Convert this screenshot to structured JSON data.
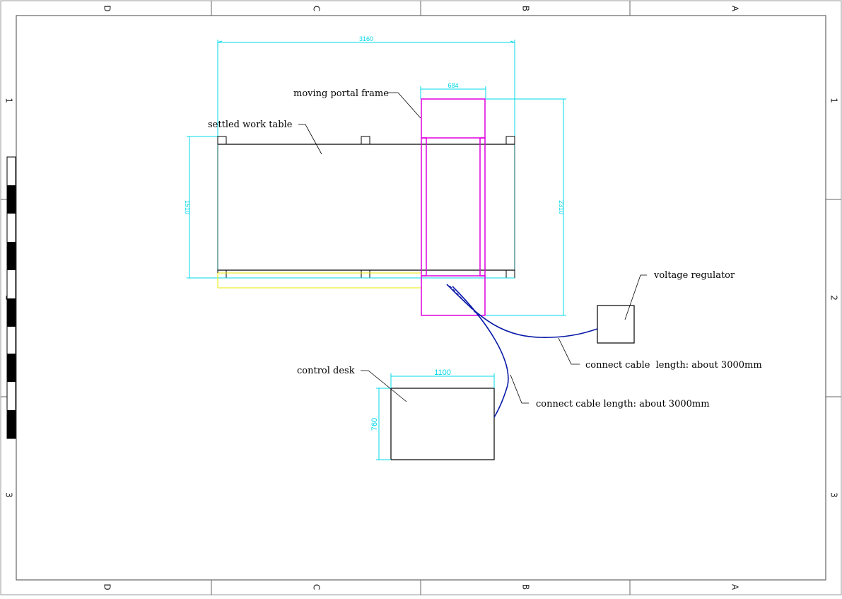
{
  "drawing": {
    "zones": {
      "columns": [
        "D",
        "C",
        "B",
        "A"
      ],
      "rows": [
        "1",
        "2",
        "3"
      ]
    },
    "dimensions": {
      "overall_length": "3160",
      "portal_width": "684",
      "table_width": "1510",
      "portal_travel": "2310",
      "desk_length": "1100",
      "desk_width": "760"
    },
    "labels": {
      "portal": "moving portal frame",
      "table": "settled work table",
      "regulator": "voltage regulator",
      "cable_regulator": "connect cable  length: about 3000mm",
      "desk": "control desk",
      "cable_desk": "connect cable length: about 3000mm"
    },
    "colors": {
      "dimension": "#00d8e8",
      "portal": "#e000e0",
      "cable": "#0a1aa8",
      "table": "#000000",
      "table_edge": "#006060",
      "alignment_line": "#e8e800"
    }
  }
}
